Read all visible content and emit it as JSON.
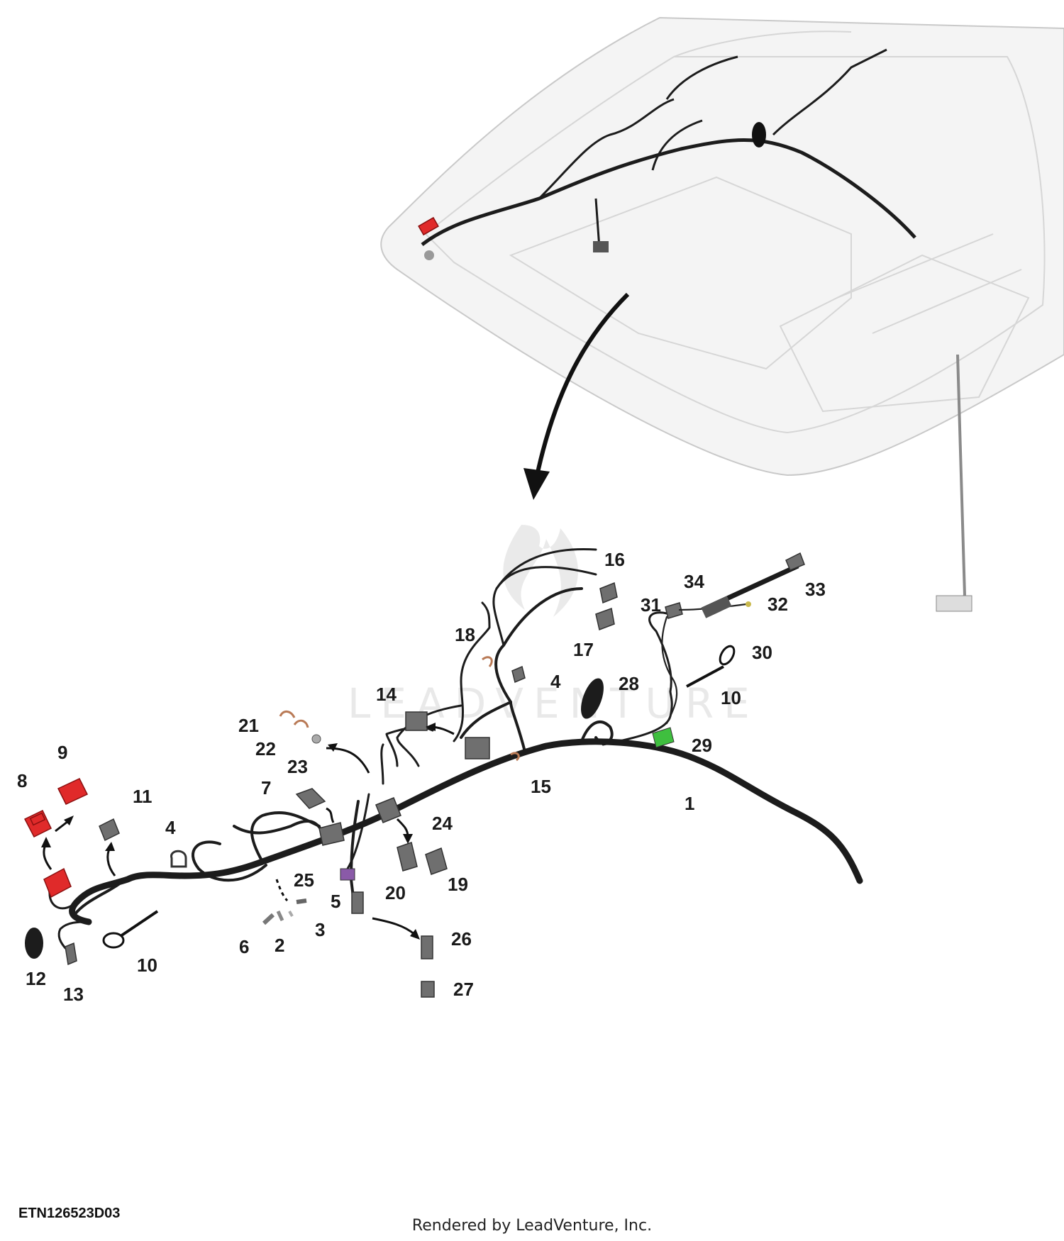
{
  "diagram": {
    "document_id": "ETN126523D03",
    "credit": "Rendered by LeadVenture, Inc.",
    "watermark": "LEADVENTURE",
    "accent_color": "#e02a2a",
    "callouts": [
      {
        "id": "c1",
        "text": "1"
      },
      {
        "id": "c2",
        "text": "2"
      },
      {
        "id": "c3",
        "text": "3"
      },
      {
        "id": "c4a",
        "text": "4"
      },
      {
        "id": "c4b",
        "text": "4"
      },
      {
        "id": "c5",
        "text": "5"
      },
      {
        "id": "c6",
        "text": "6"
      },
      {
        "id": "c7",
        "text": "7"
      },
      {
        "id": "c8",
        "text": "8"
      },
      {
        "id": "c9",
        "text": "9"
      },
      {
        "id": "c10a",
        "text": "10"
      },
      {
        "id": "c10b",
        "text": "10"
      },
      {
        "id": "c11",
        "text": "11"
      },
      {
        "id": "c12",
        "text": "12"
      },
      {
        "id": "c13",
        "text": "13"
      },
      {
        "id": "c14",
        "text": "14"
      },
      {
        "id": "c15",
        "text": "15"
      },
      {
        "id": "c16",
        "text": "16"
      },
      {
        "id": "c17",
        "text": "17"
      },
      {
        "id": "c18",
        "text": "18"
      },
      {
        "id": "c19",
        "text": "19"
      },
      {
        "id": "c20",
        "text": "20"
      },
      {
        "id": "c21",
        "text": "21"
      },
      {
        "id": "c22",
        "text": "22"
      },
      {
        "id": "c23",
        "text": "23"
      },
      {
        "id": "c24",
        "text": "24"
      },
      {
        "id": "c25",
        "text": "25"
      },
      {
        "id": "c26",
        "text": "26"
      },
      {
        "id": "c27",
        "text": "27"
      },
      {
        "id": "c28",
        "text": "28"
      },
      {
        "id": "c29",
        "text": "29"
      },
      {
        "id": "c30",
        "text": "30"
      },
      {
        "id": "c31",
        "text": "31"
      },
      {
        "id": "c32",
        "text": "32"
      },
      {
        "id": "c33",
        "text": "33"
      },
      {
        "id": "c34",
        "text": "34"
      }
    ]
  }
}
